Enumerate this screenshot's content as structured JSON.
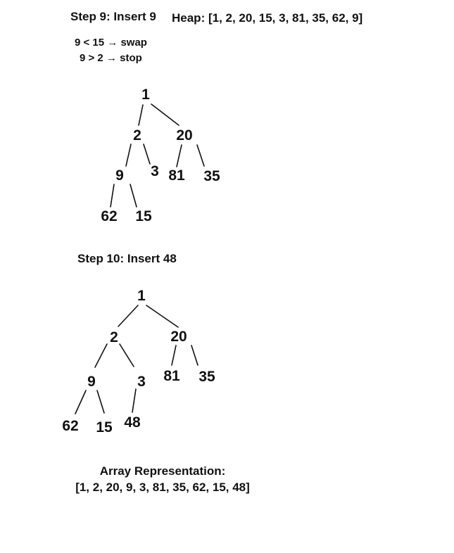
{
  "step9": {
    "title": "Step 9: Insert 9",
    "heap": "Heap: [1, 2, 20, 15, 3, 81, 35, 62, 9]",
    "notes": [
      "9 < 15 → swap",
      "9 > 2 → stop"
    ],
    "tree": {
      "root": "1",
      "n2": "2",
      "n20": "20",
      "n9": "9",
      "n3": "3",
      "n81": "81",
      "n35": "35",
      "n62": "62",
      "n15": "15"
    }
  },
  "step10": {
    "title": "Step 10: Insert 48",
    "tree": {
      "root": "1",
      "n2": "2",
      "n20": "20",
      "n9": "9",
      "n3": "3",
      "n81": "81",
      "n35": "35",
      "n62": "62",
      "n15": "15",
      "n48": "48"
    }
  },
  "array": {
    "label": "Array Representation:",
    "value": "[1, 2, 20, 9, 3, 81, 35, 62, 15, 48]"
  }
}
